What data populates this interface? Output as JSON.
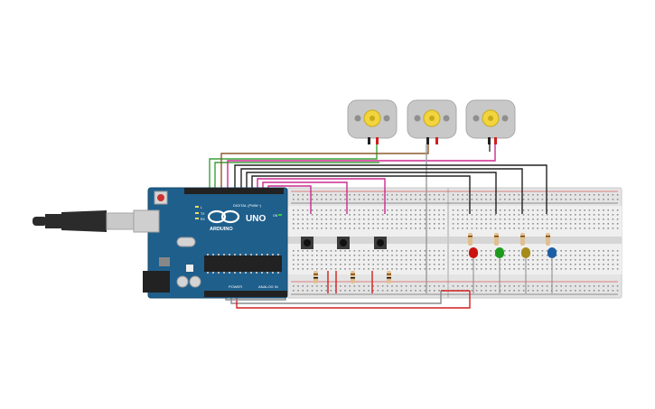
{
  "arduino": {
    "brand": "ARDUINO",
    "model": "UNO",
    "digital_label": "DIGITAL (PWM~)",
    "power_label": "POWER",
    "analog_label": "ANALOG IN",
    "pin_labels": {
      "tx": "TX",
      "rx": "RX",
      "l": "L",
      "on": "ON"
    },
    "colors": {
      "board": "#1f5f8c",
      "header": "#222222",
      "chip": "#222222"
    }
  },
  "usb_cable": {
    "colors": {
      "plug": "#c9c9c9",
      "cable": "#2b2b2b"
    }
  },
  "motors": {
    "count": 3,
    "colors": {
      "body": "#c8c8c8",
      "hub": "#f2d53c"
    }
  },
  "buttons": {
    "count": 3
  },
  "resistors": {
    "count": 7
  },
  "leds": {
    "colors": [
      "#cc1111",
      "#1e9a1e",
      "#a68a1a",
      "#1a5fa6"
    ]
  },
  "wire_colors": {
    "green": "#3aa23a",
    "magenta": "#cc2a8f",
    "black": "#222222",
    "red": "#d21f1f",
    "gray": "#8a8a8a",
    "brown": "#8b5a2b"
  }
}
